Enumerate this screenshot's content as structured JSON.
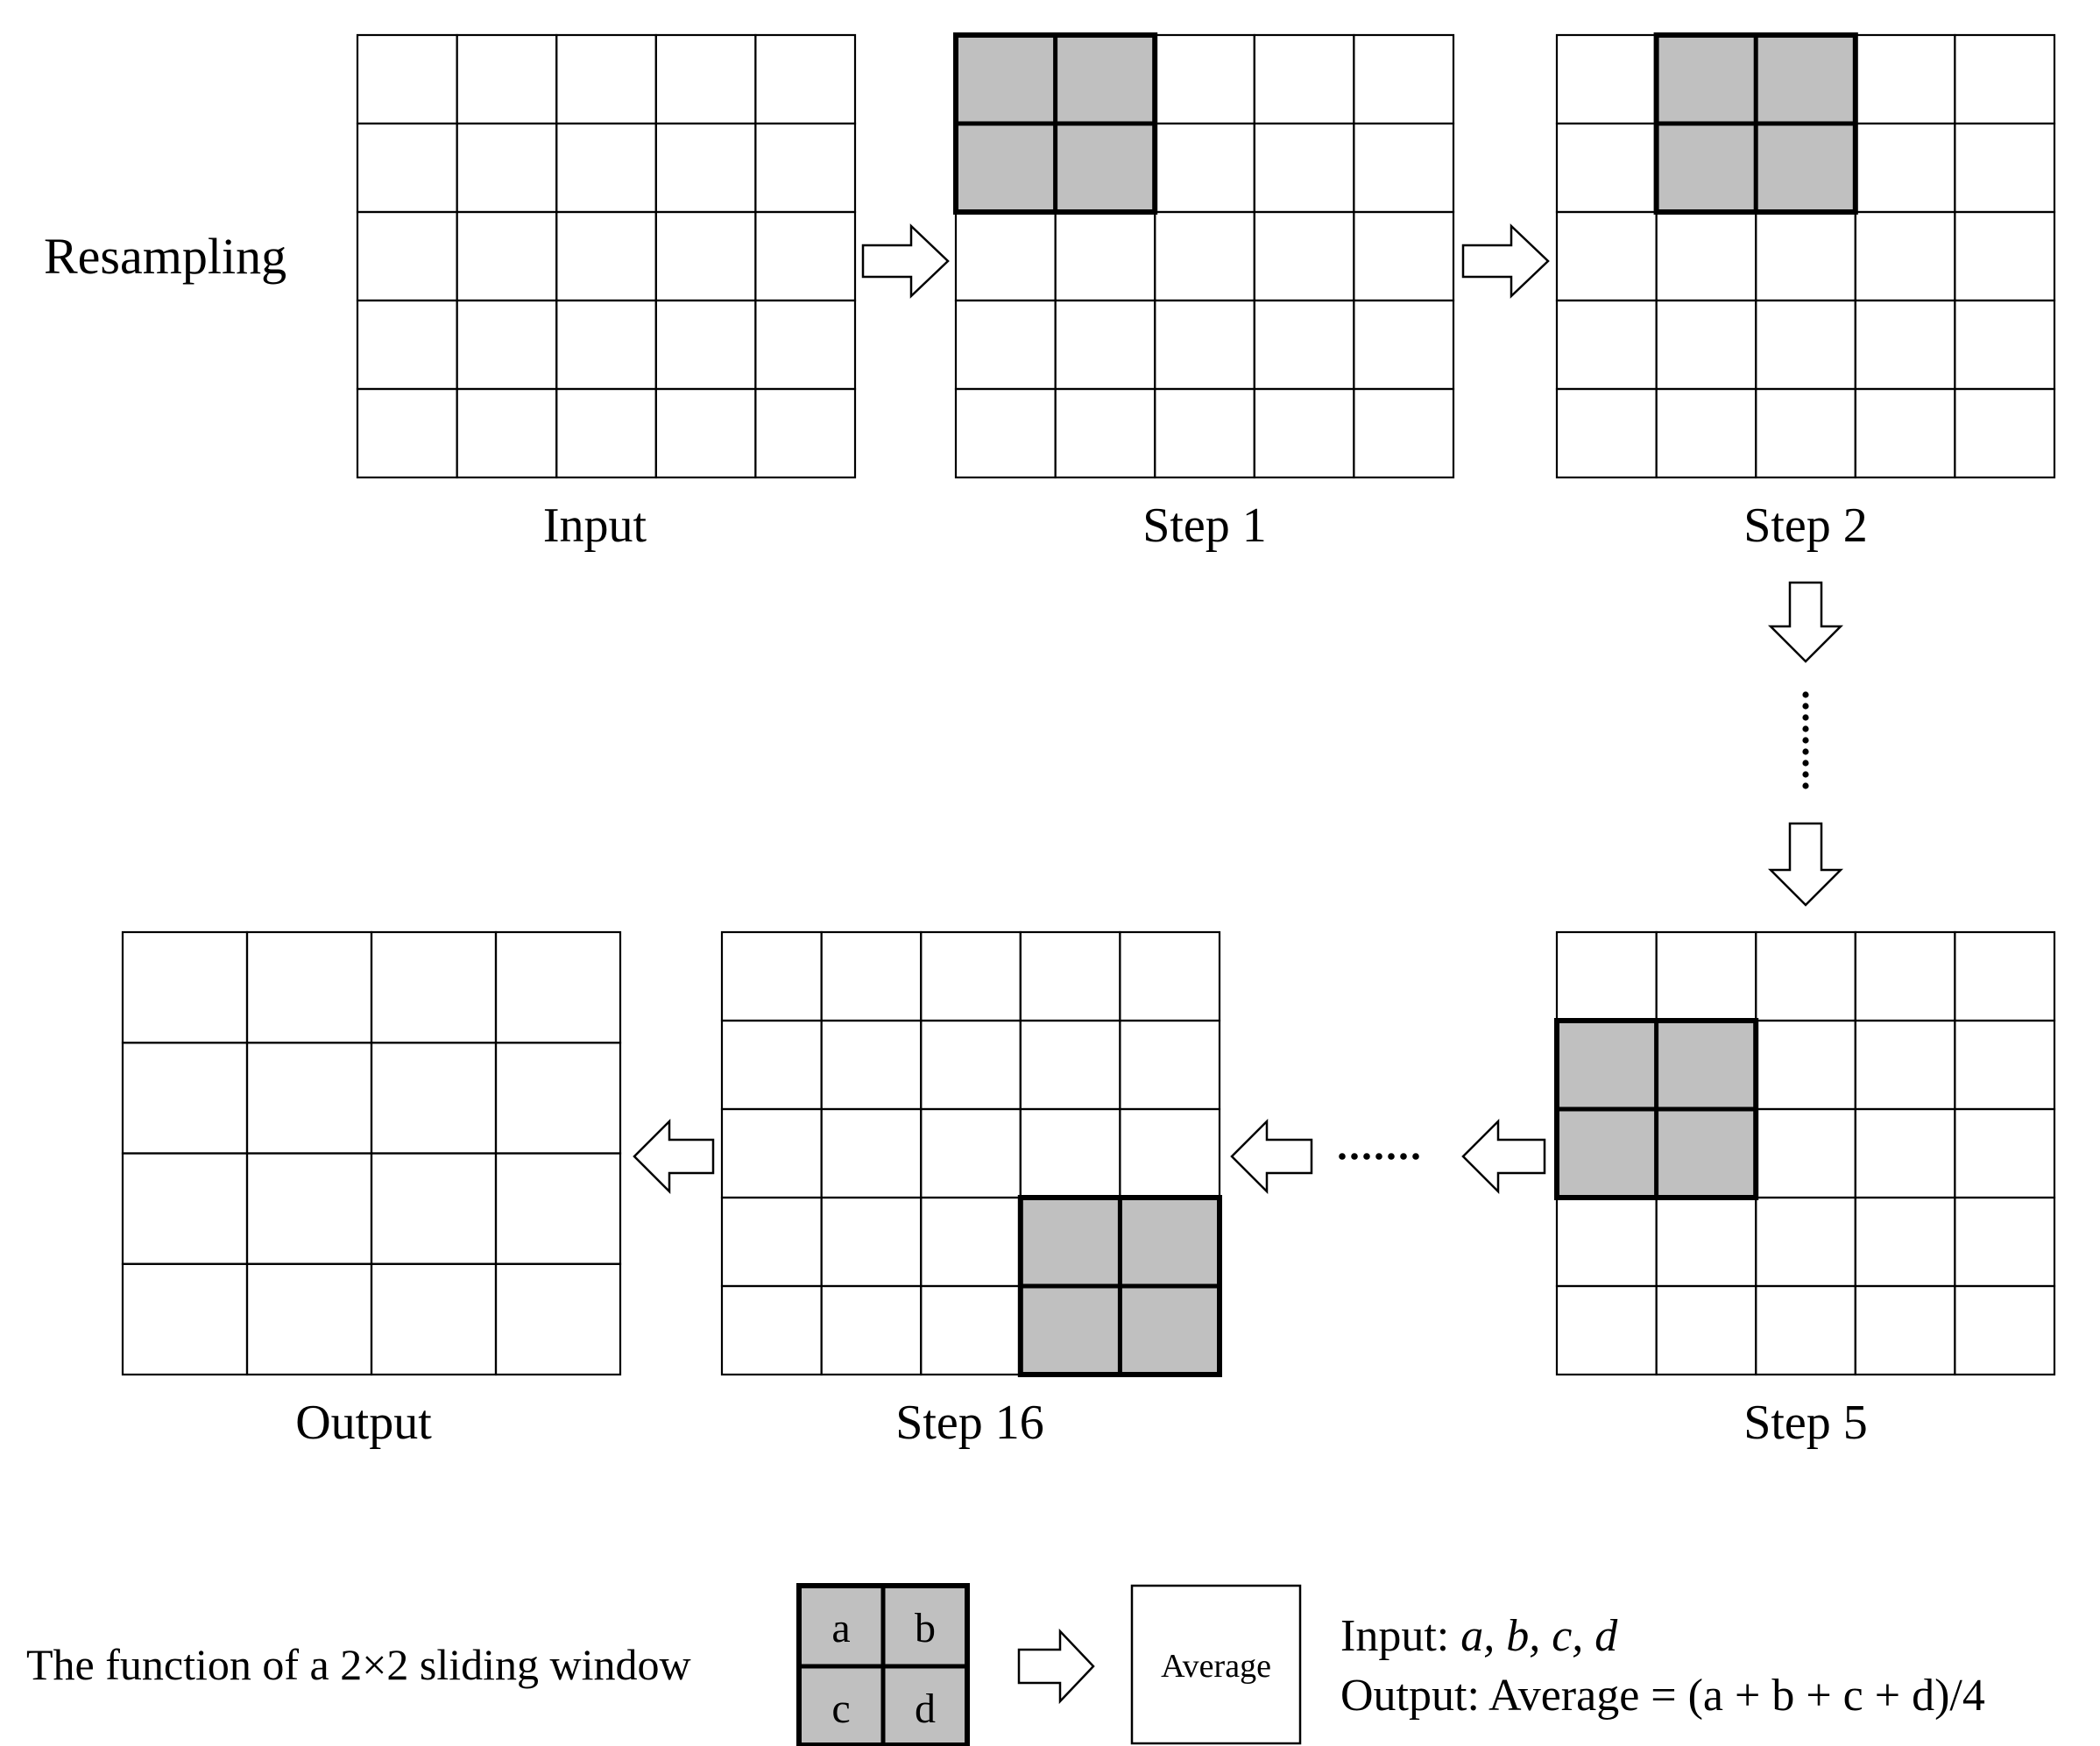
{
  "title": "Resampling",
  "grid_labels": {
    "input": "Input",
    "step1": "Step 1",
    "step2": "Step 2",
    "step5": "Step 5",
    "step16": "Step 16",
    "output": "Output"
  },
  "grids": {
    "input": {
      "rows": 5,
      "cols": 5,
      "highlight": null
    },
    "step1": {
      "rows": 5,
      "cols": 5,
      "highlight": {
        "row": 0,
        "col": 0
      }
    },
    "step2": {
      "rows": 5,
      "cols": 5,
      "highlight": {
        "row": 0,
        "col": 1
      }
    },
    "step5": {
      "rows": 5,
      "cols": 5,
      "highlight": {
        "row": 1,
        "col": 0
      }
    },
    "step16": {
      "rows": 5,
      "cols": 5,
      "highlight": {
        "row": 3,
        "col": 3
      }
    },
    "output": {
      "rows": 4,
      "cols": 4,
      "highlight": null
    }
  },
  "legend": {
    "label": "The function of a 2×2 sliding window",
    "cells": [
      "a",
      "b",
      "c",
      "d"
    ],
    "box_label": "Average",
    "input_prefix": "Input: ",
    "input_vars": "a, b, c, d",
    "output_prefix": "Output: Average = ",
    "output_formula": "(a + b + c + d)/4"
  },
  "colors": {
    "highlight_fill": "#c0c0c0",
    "line": "#000000"
  },
  "icons": [
    "arrow-right-icon",
    "arrow-down-icon",
    "arrow-left-icon",
    "ellipsis-icon"
  ]
}
